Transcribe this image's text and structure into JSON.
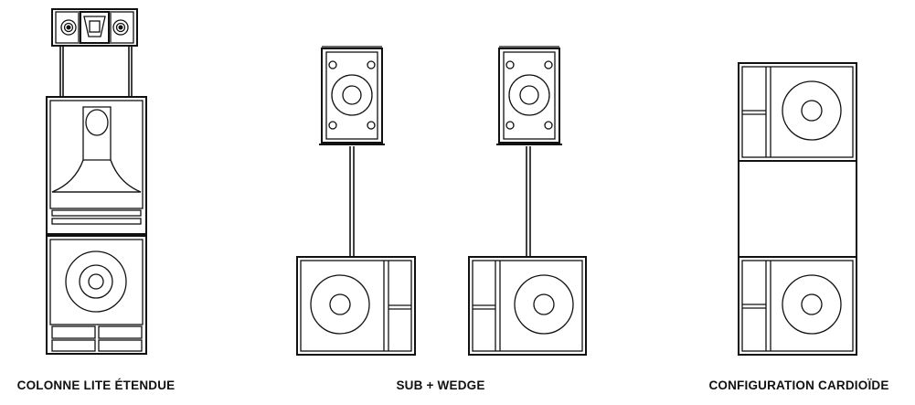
{
  "configurations": [
    {
      "label": "COLONNE LITE ÉTENDUE"
    },
    {
      "label": "SUB + WEDGE"
    },
    {
      "label": "CONFIGURATION CARDIOÏDE"
    }
  ]
}
